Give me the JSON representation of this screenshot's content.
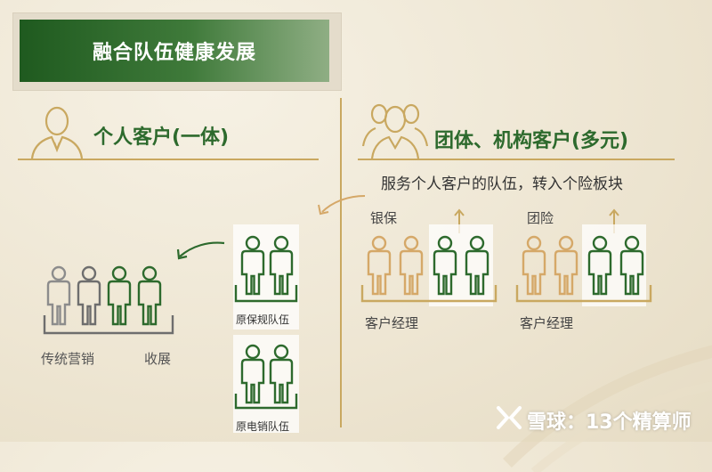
{
  "title": "融合队伍健康发展",
  "left": {
    "heading": "个人客户(一体)",
    "labels": [
      "传统营销",
      "收展"
    ],
    "team_labels": [
      "原保规队伍",
      "原电销队伍"
    ]
  },
  "right": {
    "heading": "团体、机构客户(多元)",
    "subtitle": "服务个人客户的队伍，转入个险板块",
    "groups": [
      {
        "name": "银保",
        "caption": "客户经理"
      },
      {
        "name": "团险",
        "caption": "客户经理"
      }
    ]
  },
  "watermark": "雪球：13个精算师",
  "colors": {
    "green": "#2d6a2d",
    "gold": "#c9a860",
    "gray": "#8c8c8c",
    "dark_gray": "#6e6e6e"
  }
}
